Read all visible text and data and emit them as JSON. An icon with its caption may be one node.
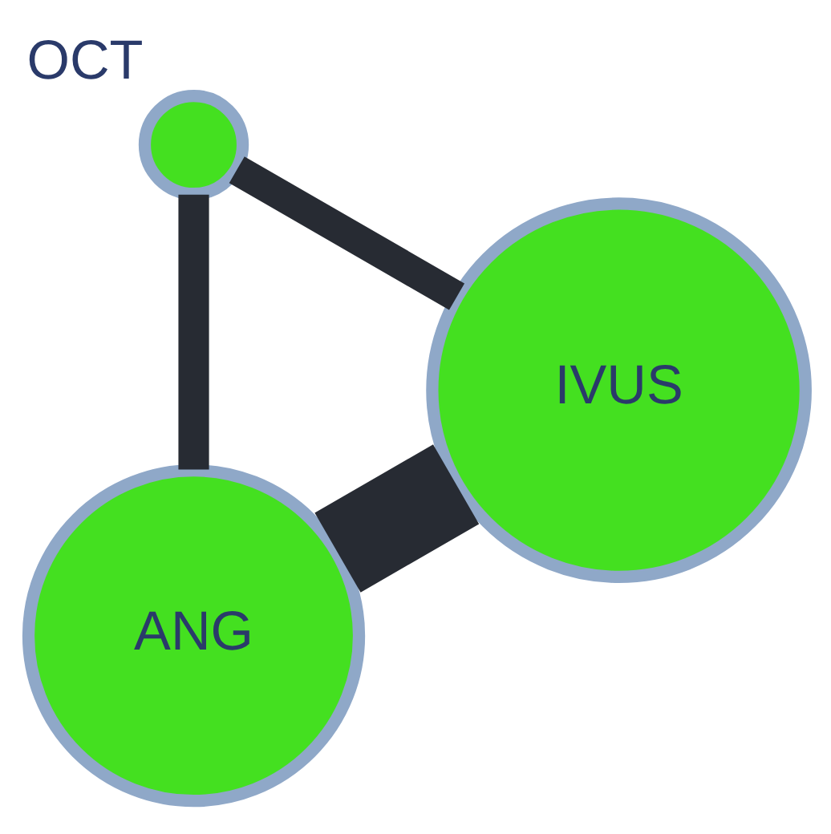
{
  "diagram": {
    "nodes": [
      {
        "text": [
          "ANG"
        ]
      },
      {
        "text": [
          "OCT"
        ]
      },
      {
        "text": [
          "IVUS"
        ]
      }
    ],
    "edges": [
      {
        "from": 0,
        "to": 1,
        "arrow": "none"
      },
      {
        "from": 0,
        "to": 2,
        "arrow": "none",
        "style": "thick"
      },
      {
        "from": 1,
        "to": 2,
        "arrow": "none"
      }
    ]
  }
}
